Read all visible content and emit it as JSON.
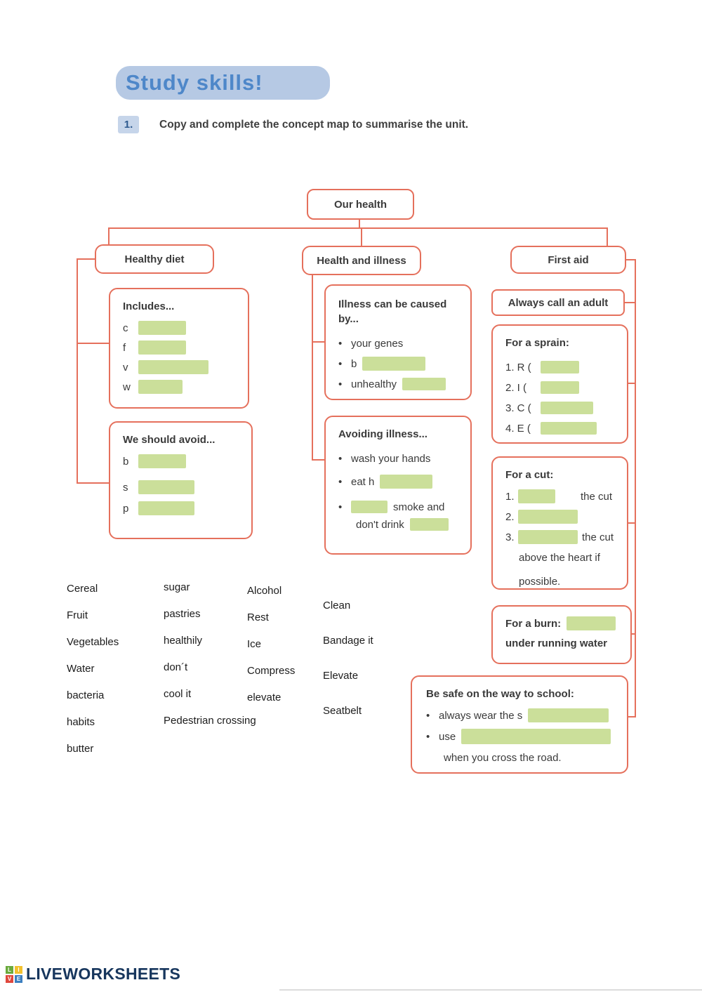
{
  "banner": {
    "title": "Study skills!"
  },
  "instruction": {
    "number": "1.",
    "text": "Copy and complete the concept map to summarise the unit."
  },
  "map": {
    "root": "Our health",
    "branches": {
      "diet": "Healthy diet",
      "illness": "Health and illness",
      "first_aid": "First aid"
    },
    "includes": {
      "title": "Includes...",
      "labels": [
        "c",
        "f",
        "v",
        "w"
      ]
    },
    "avoid": {
      "title": "We should avoid...",
      "labels": [
        "b",
        "s",
        "p"
      ]
    },
    "caused": {
      "title": "Illness can be caused by...",
      "bullet1": "your genes",
      "bullet2_label": "b",
      "bullet3_label": "unhealthy"
    },
    "avoiding": {
      "title": "Avoiding illness...",
      "bullet1": "wash your hands",
      "bullet2_label": "eat h",
      "bullet3_suffix": "smoke and",
      "bullet3_line2": "don't drink"
    },
    "adult": {
      "text": "Always call an adult"
    },
    "sprain": {
      "title": "For a sprain:",
      "labels": [
        "1. R (",
        "2. I (",
        "3. C (",
        "4. E ("
      ]
    },
    "cut": {
      "title": "For a cut:",
      "nums": [
        "1.",
        "2.",
        "3."
      ],
      "suffix1": "the cut",
      "suffix3": "the cut",
      "line4": "above the heart if",
      "line5": "possible."
    },
    "burn": {
      "label": "For a burn:",
      "line2": "under running water"
    },
    "safe": {
      "title": "Be safe on the way to school:",
      "bullet1": "always wear the s",
      "bullet2": "use",
      "line3": "when you  cross the road."
    }
  },
  "word_bank": {
    "col1": [
      "Cereal",
      "Fruit",
      "Vegetables",
      "Water",
      "bacteria",
      "habits",
      "butter"
    ],
    "col2": [
      "sugar",
      "pastries",
      "healthily",
      "don´t",
      "cool it",
      "Pedestrian crossing"
    ],
    "col3": [
      "Alcohol",
      "Rest",
      "Ice",
      "Compress",
      "elevate"
    ],
    "col4": [
      "Clean",
      "Bandage it",
      "Elevate",
      "Seatbelt"
    ]
  },
  "footer": {
    "live": "LIVE",
    "rest": "WORKSHEETS",
    "icon_letters": [
      "L",
      "I",
      "V",
      "E"
    ]
  },
  "colors": {
    "coral": "#e5705c",
    "answer_green": "#cbdf9a",
    "banner_bg": "#b6c9e4",
    "banner_text": "#4e87c9",
    "logo_navy": "#17365d"
  }
}
